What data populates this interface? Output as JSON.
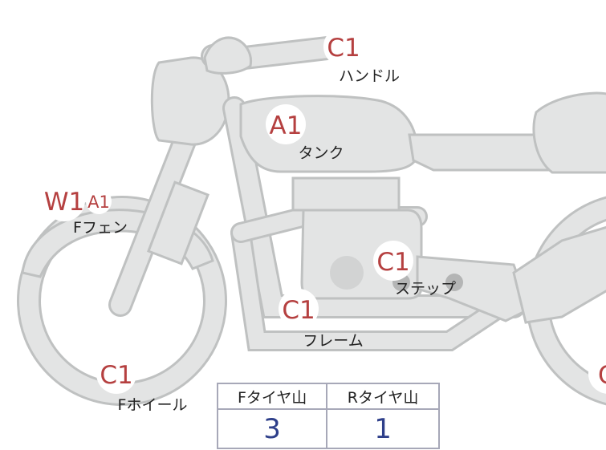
{
  "parts": [
    {
      "id": "handlebar",
      "label": "ハンドル",
      "code": "C1"
    },
    {
      "id": "tank",
      "label": "タンク",
      "code": "A1"
    },
    {
      "id": "front-fender",
      "label": "Fフェン",
      "code": "W1",
      "extra_code": "A1"
    },
    {
      "id": "step",
      "label": "ステップ",
      "code": "C1"
    },
    {
      "id": "frame",
      "label": "フレーム",
      "code": "C1"
    },
    {
      "id": "front-wheel",
      "label": "Fホイール",
      "code": "C1"
    },
    {
      "id": "rear",
      "code": "C"
    }
  ],
  "tire_table": {
    "headers": [
      "Fタイヤ山",
      "Rタイヤ山"
    ],
    "values": [
      "3",
      "1"
    ]
  },
  "colors": {
    "part_fill": "#e3e4e4",
    "part_stroke": "#bfc1c1",
    "code_red": "#b54040",
    "value_blue": "#2e3f8a",
    "table_border": "#a7a8b8"
  }
}
